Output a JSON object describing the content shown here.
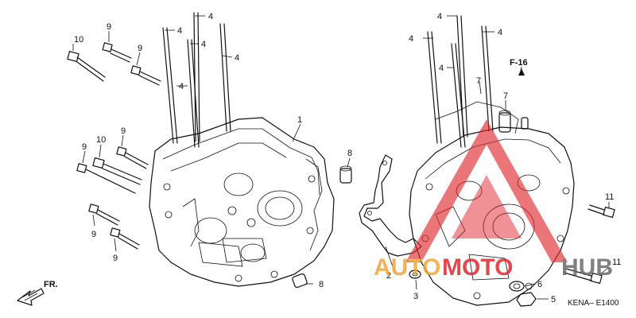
{
  "diagram": {
    "reference_tag": "F-16",
    "direction_label": "FR.",
    "code": "KENA– E1400",
    "callouts": {
      "c1": "1",
      "c2": "2",
      "c3": "3",
      "c4a": "4",
      "c4b": "4",
      "c4c": "4",
      "c4d": "4",
      "c4e": "4",
      "c4f": "4",
      "c4g": "4",
      "c4h": "4",
      "c5": "5",
      "c6": "6",
      "c7a": "7",
      "c7b": "7",
      "c8a": "8",
      "c8b": "8",
      "c9a": "9",
      "c9b": "9",
      "c9c": "9",
      "c9d": "9",
      "c9e": "9",
      "c10a": "10",
      "c10b": "10",
      "c11a": "11",
      "c11b": "11"
    }
  },
  "watermark": {
    "text_auto": "AUTO",
    "text_moto": "MOTO",
    "text_hub": "HUB",
    "color_orange": "#f0a53a",
    "color_red": "#e0282e",
    "color_gray": "#6a6a6a"
  }
}
